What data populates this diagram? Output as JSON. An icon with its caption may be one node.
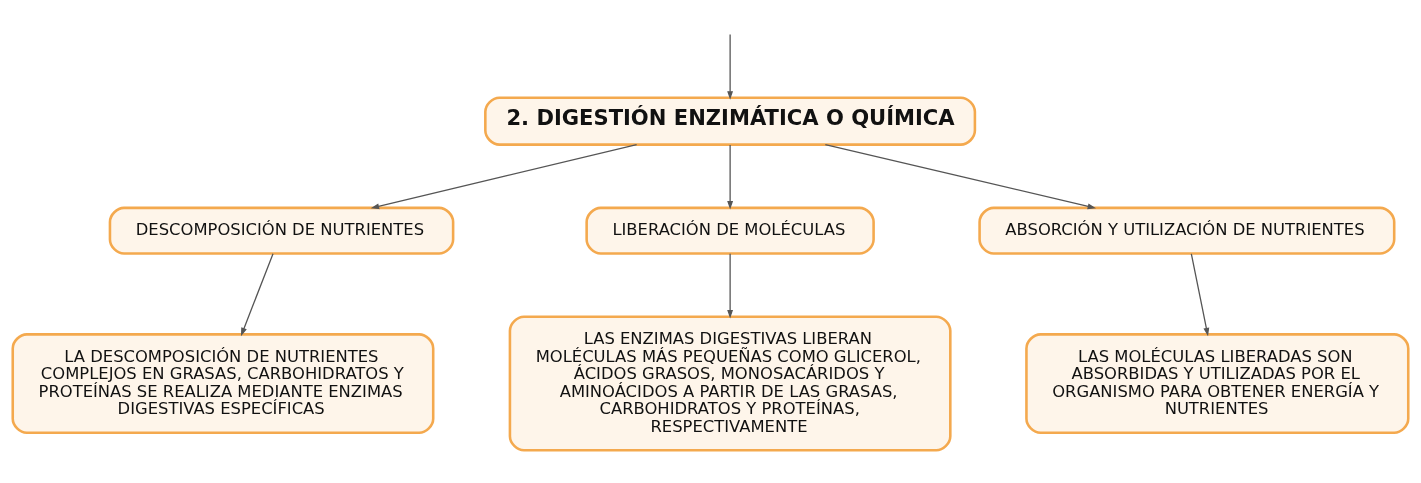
{
  "diagram": {
    "nodes": [
      {
        "text": [
          "2. DIGESTIÓN ENZIMÁTICA O QUÍMICA"
        ]
      },
      {
        "text": [
          "DESCOMPOSICIÓN DE NUTRIENTES"
        ]
      },
      {
        "text": [
          "LIBERACIÓN DE MOLÉCULAS"
        ]
      },
      {
        "text": [
          "ABSORCIÓN Y UTILIZACIÓN DE NUTRIENTES"
        ]
      },
      {
        "text": [
          "LA DESCOMPOSICIÓN DE NUTRIENTES COMPLEJOS EN GRASAS, CARBOHIDRATOS Y PROTEÍNAS SE REALIZA MEDIANTE ENZIMAS DIGESTIVAS ESPECÍFICAS"
        ]
      },
      {
        "text": [
          "LAS ENZIMAS DIGESTIVAS LIBERAN MOLÉCULAS MÁS PEQUEÑAS COMO GLICEROL, ÁCIDOS GRASOS, MONOSACÁRIDOS Y AMINOÁCIDOS A PARTIR DE LAS GRASAS, CARBOHIDRATOS Y PROTEÍNAS, RESPECTIVAMENTE"
        ]
      },
      {
        "text": [
          "LAS MOLÉCULAS LIBERADAS SON ABSORBIDAS Y UTILIZADAS POR EL ORGANISMO PARA OBTENER ENERGÍA Y NUTRIENTES"
        ]
      }
    ],
    "edges": [
      {
        "from": null,
        "to": 0,
        "arrow": "to"
      },
      {
        "from": 0,
        "to": 1,
        "arrow": "to"
      },
      {
        "from": 0,
        "to": 2,
        "arrow": "to"
      },
      {
        "from": 0,
        "to": 3,
        "arrow": "to"
      },
      {
        "from": 1,
        "to": 4,
        "arrow": "to"
      },
      {
        "from": 2,
        "to": 5,
        "arrow": "to"
      },
      {
        "from": 3,
        "to": 6,
        "arrow": "to"
      }
    ]
  }
}
